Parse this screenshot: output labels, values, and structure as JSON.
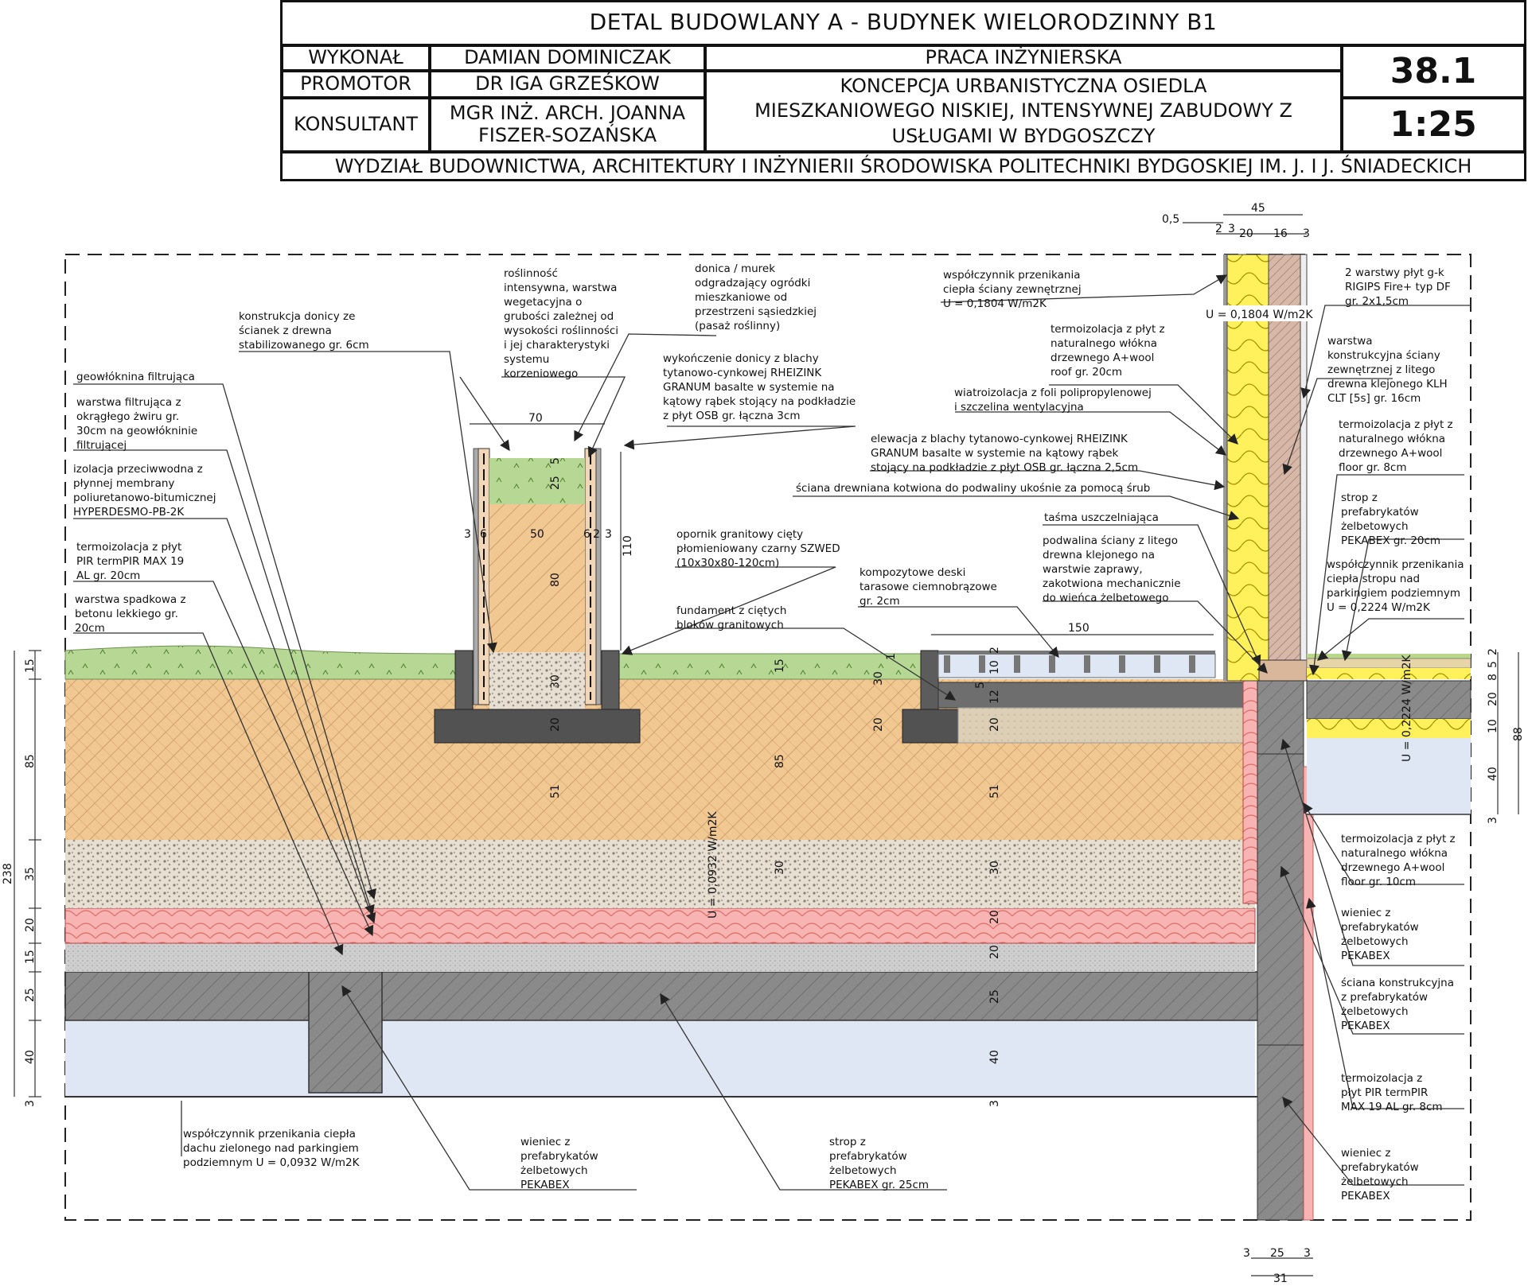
{
  "title_block": {
    "title": "DETAL BUDOWLANY A - BUDYNEK WIELORODZINNY B1",
    "rows": [
      {
        "role": "WYKONAŁ",
        "name": "DAMIAN DOMINICZAK"
      },
      {
        "role": "PROMOTOR",
        "name": "DR IGA GRZEŚKOW"
      },
      {
        "role": "KONSULTANT",
        "name": "MGR INŻ. ARCH. JOANNA FISZER-SOZAŃSKA"
      }
    ],
    "work_type": "PRACA INŻYNIERSKA",
    "work_title": "KONCEPCJA URBANISTYCZNA OSIEDLA MIESZKANIOWEGO NISKIEJ, INTENSYWNEJ ZABUDOWY Z USŁUGAMI W BYDGOSZCZY",
    "sheet_number": "38.1",
    "scale": "1:25",
    "faculty": "WYDZIAŁ BUDOWNICTWA, ARCHITEKTURY I INŻYNIERII ŚRODOWISKA POLITECHNIKI BYDGOSKIEJ IM. J. I J. ŚNIADECKICH"
  },
  "labels": {
    "geowloknina": "geowłóknina filtrująca",
    "zwir": [
      "warstwa filtrująca z",
      "okrągłego żwiru gr.",
      "30cm na geowłókninie",
      "filtrującej"
    ],
    "izolacja": [
      "izolacja przeciwwodna z",
      "płynnej membrany",
      "poliuretanowo-bitumicznej",
      "HYPERDESMO-PB-2K"
    ],
    "pir20": [
      "termoizolacja z płyt",
      "PIR termPIR MAX 19",
      "AL gr. 20cm"
    ],
    "spadkowa": [
      "warstwa spadkowa z",
      "betonu lekkiego gr.",
      "20cm"
    ],
    "donica_konstr": [
      "konstrukcja donicy ze",
      "ścianek z drewna",
      "stabilizowanego gr. 6cm"
    ],
    "roslinnosc": [
      "roślinność",
      "intensywna, warstwa",
      "wegetacyjna o",
      "grubości zależnej od",
      "wysokości roślinności",
      "i jej charakterystyki",
      "systemu",
      "korzeniowego"
    ],
    "murek": [
      "donica / murek",
      "odgradzający ogródki",
      "mieszkaniowe od",
      "przestrzeni sąsiedzkiej",
      "(pasaż roślinny)"
    ],
    "wykonczenie": [
      "wykończenie donicy z blachy",
      "tytanowo-cynkowej RHEIZINK",
      "GRANUM basalte w systemie na",
      "kątowy rąbek stojący na podkładzie",
      "z płyt OSB gr. łączna 3cm"
    ],
    "opornik": [
      "opornik granitowy cięty",
      "płomieniowany czarny SZWED",
      "(10x30x80-120cm)"
    ],
    "fundament": [
      "fundament z ciętych",
      "bloków granitowych"
    ],
    "deski": [
      "kompozytowe deski",
      "tarasowe ciemnobrązowe",
      "gr. 2cm"
    ],
    "u_sciany": [
      "współczynnik przenikania",
      "ciepła ściany zewnętrznej",
      "U = 0,1804 W/m2K"
    ],
    "termo_roof": [
      "termoizolacja z płyt z",
      "naturalnego włókna",
      "drzewnego A+wool",
      "roof gr. 20cm"
    ],
    "wiatro": [
      "wiatroizolacja z foli polipropylenowej",
      "i szczelina wentylacyjna"
    ],
    "elewacja": [
      "elewacja z blachy tytanowo-cynkowej RHEIZINK",
      "GRANUM basalte w systemie na kątowy rąbek",
      "stojący na podkładzie z płyt OSB gr. łączna 2,5cm"
    ],
    "sciana_kotw": "ściana drewniana kotwiona do podwaliny ukośnie za pomocą śrub",
    "tasma": "taśma uszczelniająca",
    "podwalina": [
      "podwalina ściany z litego",
      "drewna klejonego na",
      "warstwie zaprawy,",
      "zakotwiona mechanicznie",
      "do wieńca żelbetowego"
    ],
    "gk": [
      "2 warstwy płyt g-k",
      "RIGIPS Fire+ typ DF",
      "gr. 2x1,5cm"
    ],
    "clt": [
      "warstwa",
      "konstrukcyjna ściany",
      "zewnętrznej z litego",
      "drewna klejonego KLH",
      "CLT [5s] gr. 16cm"
    ],
    "floor8": [
      "termoizolacja z płyt z",
      "naturalnego włókna",
      "drzewnego A+wool",
      "floor gr. 8cm"
    ],
    "strop20": [
      "strop z",
      "prefabrykatów",
      "żelbetowych",
      "PEKABEX gr. 20cm"
    ],
    "u_strop": [
      "współczynnik przenikania",
      "ciepła stropu nad",
      "parkingiem podziemnym",
      "U = 0,2224 W/m2K"
    ],
    "floor10": [
      "termoizolacja z płyt z",
      "naturalnego włókna",
      "drzewnego A+wool",
      "floor gr. 10cm"
    ],
    "wieniec_r1": [
      "wieniec z",
      "prefabrykatów",
      "żelbetowych",
      "PEKABEX"
    ],
    "sciana_konstr": [
      "ściana konstrukcyjna",
      "z prefabrykatów",
      "żelbetowych",
      "PEKABEX"
    ],
    "pir8": [
      "termoizolacja z",
      "płyt PIR termPIR",
      "MAX 19 AL gr. 8cm"
    ],
    "wieniec_r2": [
      "wieniec z",
      "prefabrykatów",
      "żelbetowych",
      "PEKABEX"
    ],
    "u_dach": [
      "współczynnik przenikania ciepła",
      "dachu zielonego nad parkingiem",
      "podziemnym U = 0,0932 W/m2K"
    ],
    "wieniec_b": [
      "wieniec z",
      "prefabrykatów",
      "żelbetowych",
      "PEKABEX"
    ],
    "strop25": [
      "strop z",
      "prefabrykatów",
      "żelbetowych",
      "PEKABEX gr. 25cm"
    ],
    "u_val_roof": "U = 0,0932 W/m2K",
    "u_val_wall": "U = 0,1804 W/m2K",
    "u_val_floor": "U = 0,2224 W/m2K"
  },
  "dimensions": {
    "top_45": "45",
    "top_05": "0,5",
    "top_2": "2",
    "top_3a": "3",
    "top_20": "20",
    "top_16": "16",
    "top_3b": "3",
    "d70": "70",
    "d150": "150",
    "d110": "110",
    "pl_3a": "3",
    "pl_6a": "6",
    "pl_50": "50",
    "pl_6b": "6",
    "pl_2": "2",
    "pl_3b": "3",
    "pl_5": "5",
    "pl_25": "25",
    "pl_80": "80",
    "pl_30": "30",
    "pl_20": "20",
    "pl_51": "51",
    "m_15": "15",
    "m_85": "85",
    "m_30": "30",
    "t_1": "1",
    "t_2": "2",
    "t_10": "10",
    "t_30": "30",
    "t_20": "20",
    "t_12": "12",
    "t_5": "5",
    "t_51": "51",
    "c_30": "30",
    "c_20": "20",
    "c_20b": "20",
    "c_25": "25",
    "c_40": "40",
    "c_3": "3",
    "l_15": "15",
    "l_85": "85",
    "l_35": "35",
    "l_20": "20",
    "l_15b": "15",
    "l_25": "25",
    "l_40": "40",
    "l_3": "3",
    "l_238": "238",
    "r_2": "2",
    "r_5": "5",
    "r_8": "8",
    "r_20": "20",
    "r_10": "10",
    "r_40": "40",
    "r_3": "3",
    "r_88": "88",
    "b_3a": "3",
    "b_25": "25",
    "b_3b": "3",
    "b_31": "31"
  }
}
